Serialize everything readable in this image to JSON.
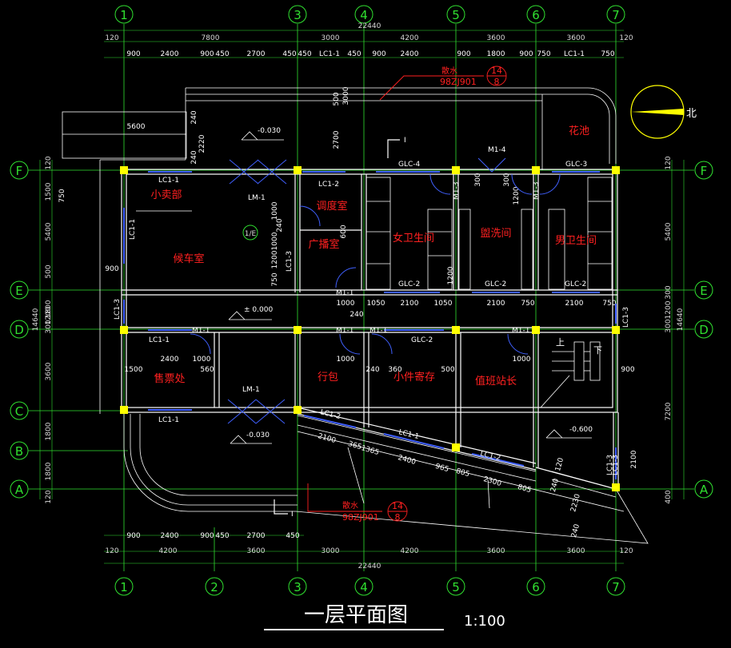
{
  "colors": {
    "background": "#000000",
    "grid": "#30e030",
    "wall": "#ffffff",
    "window": "#4060ff",
    "room_label": "#ff2020",
    "column": "#ffff00"
  },
  "axis_top": [
    "1",
    "3",
    "4",
    "5",
    "6",
    "7"
  ],
  "axis_bottom": [
    "1",
    "2",
    "3",
    "4",
    "5",
    "6",
    "7"
  ],
  "axis_left": [
    "F",
    "E",
    "D",
    "C",
    "B",
    "A"
  ],
  "axis_right": [
    "F",
    "E",
    "D",
    "A"
  ],
  "dims": {
    "total_top": "22440",
    "top_row2": [
      "120",
      "7800",
      "3000",
      "4200",
      "3600",
      "3600",
      "120"
    ],
    "top_row3": [
      "900",
      "2400",
      "900",
      "450",
      "2700",
      "450",
      "450",
      "LC1-1",
      "450",
      "900",
      "2400",
      "900",
      "1800",
      "900",
      "750",
      "LC1-1",
      "750"
    ],
    "bottom_row1": [
      "900",
      "2400",
      "900",
      "450",
      "2700",
      "450"
    ],
    "bottom_row2": [
      "120",
      "4200",
      "3600",
      "3000",
      "4200",
      "3600",
      "3600",
      "120"
    ],
    "total_bottom": "22440",
    "left": [
      "120",
      "1500",
      "5400",
      "500",
      "1800",
      "14640",
      "300",
      "1200",
      "3600",
      "1800",
      "1800",
      "120"
    ],
    "right": [
      "120",
      "5400",
      "300",
      "1200",
      "300",
      "14640",
      "7200",
      "400"
    ],
    "misc": [
      "5600",
      "240",
      "2220",
      "240",
      "2700",
      "500",
      "300",
      "3000",
      "900",
      "1000",
      "1050",
      "2100",
      "1050",
      "2100",
      "750",
      "2100",
      "750",
      "240",
      "2400",
      "1000",
      "1000",
      "240",
      "1000",
      "360",
      "500",
      "1000",
      "900",
      "2100",
      "365",
      "1365",
      "2400",
      "965",
      "805",
      "2300",
      "805",
      "2100",
      "2230",
      "240",
      "240",
      "120",
      "1200",
      "300",
      "1200",
      "300",
      "600",
      "1000",
      "240",
      "1000",
      "750",
      "1200",
      "750",
      "1500",
      "560",
      "240"
    ]
  },
  "labels": {
    "section_mark": "I",
    "elev_top": "-0.030",
    "elev_mid": "± 0.000",
    "elev_bottom": "-0.030",
    "elev_right": "-0.600",
    "north": "北",
    "axis_sub": "1/E",
    "stair_up": "上",
    "stair_down": "下",
    "ref_top_label": "散水",
    "ref_top_code": "98ZJ901",
    "ref_top_num": "14",
    "ref_top_den": "8",
    "ref_bottom_label": "散水",
    "ref_bottom_code": "98ZJ901",
    "ref_bottom_num": "14",
    "ref_bottom_den": "8"
  },
  "rooms": {
    "r1": "小卖部",
    "r2": "候车室",
    "r3": "调度室",
    "r4": "广播室",
    "r5": "女卫生间",
    "r6": "盥洗间",
    "r7": "男卫生间",
    "r8": "花池",
    "r9": "售票处",
    "r10": "行包",
    "r11": "小件寄存",
    "r12": "值班站长"
  },
  "openings": {
    "lc11a": "LC1-1",
    "lc12": "LC1-2",
    "glc4": "GLC-4",
    "m14": "M1-4",
    "glc3": "GLC-3",
    "lm1a": "LM-1",
    "lc1_left": "LC1-1",
    "lc13a": "LC1-3",
    "lc13b": "LC1-3",
    "m13a": "M1-3",
    "m13b": "M1-3",
    "m11a": "M1-1",
    "glc2a": "GLC-2",
    "glc2b": "GLC-2",
    "glc2c": "GLC-2",
    "lc13c": "LC1-3",
    "lc11b": "LC1-1",
    "m11b": "M1-1",
    "m11c": "M1-1",
    "m11d": "M1-1",
    "glc2d": "GLC-2",
    "m11e": "M1-1",
    "lc13d": "LC1-3",
    "lm1b": "LM-1",
    "lc11c": "LC1-1",
    "lc12b": "LC1-2",
    "lc11d": "LC1-1",
    "lc12c": "LC1-2",
    "lc13e": "LC1-3"
  },
  "title": "一层平面图",
  "scale": "1:100"
}
